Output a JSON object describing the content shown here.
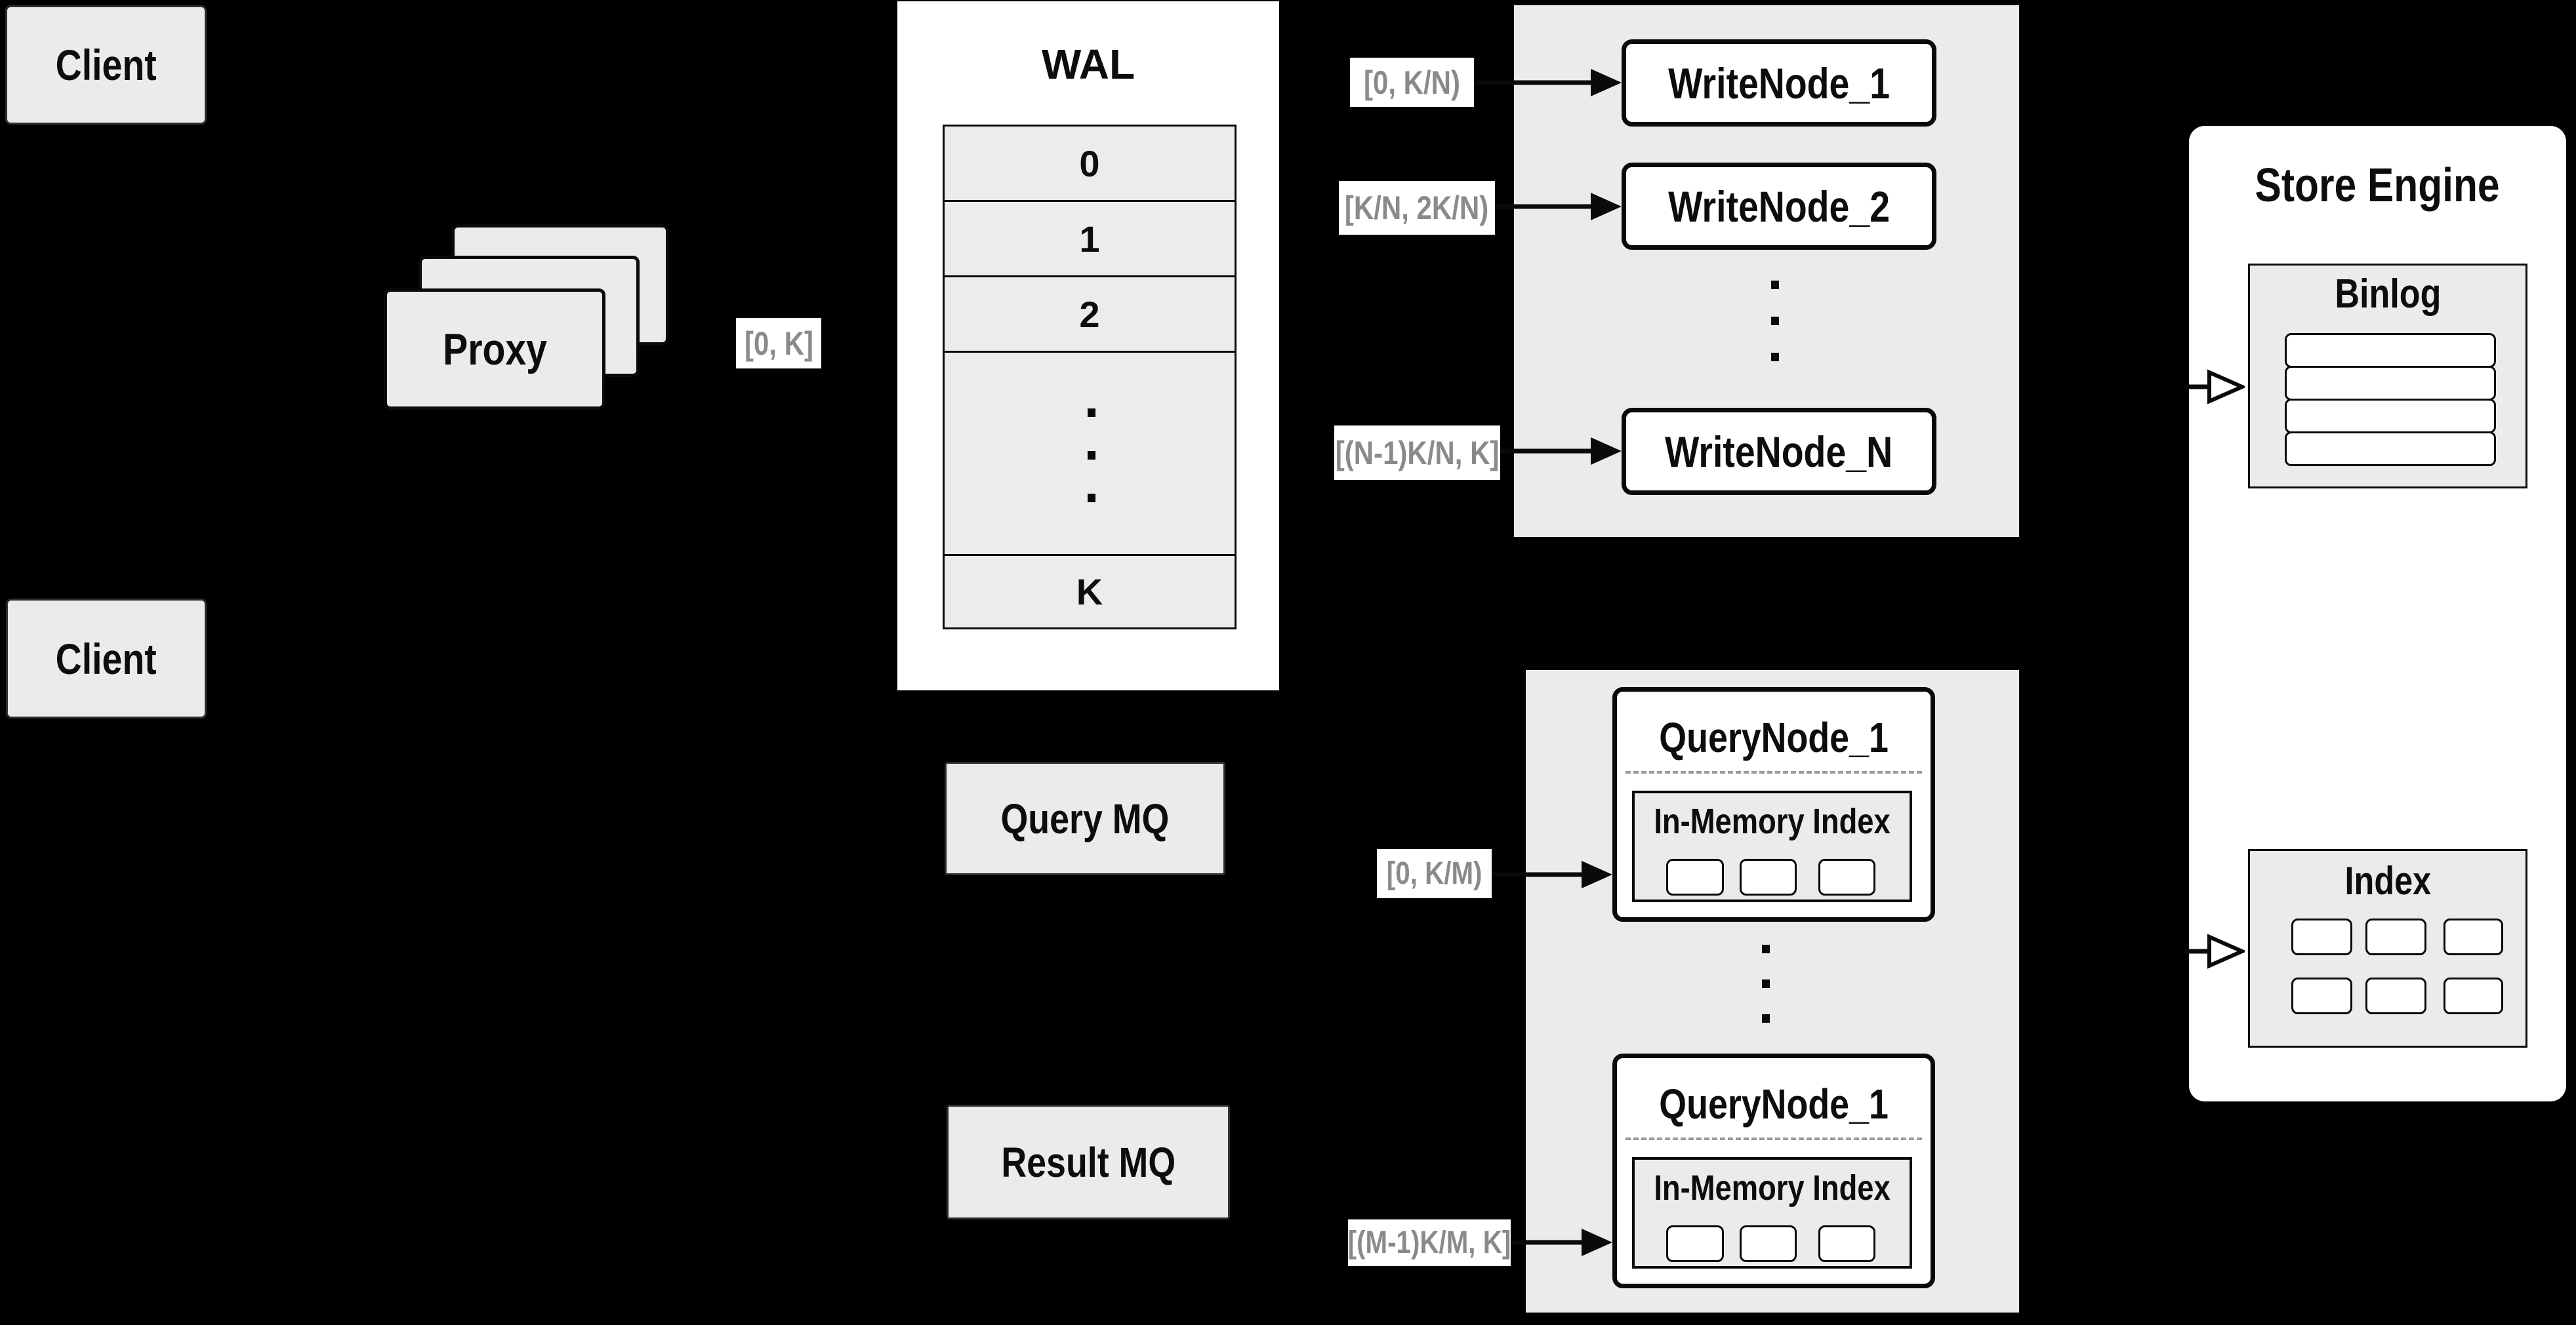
{
  "colors": {
    "background": "#000000",
    "panel_gray": "#ebebeb",
    "white": "#ffffff",
    "line_black": "#0a0a0a",
    "label_text_gray": "#8a8a8a",
    "dashed_gray": "#9a9a9a"
  },
  "clients": {
    "top_label": "Client",
    "bottom_label": "Client"
  },
  "proxy": {
    "label": "Proxy",
    "stack_count": 3
  },
  "range_labels": {
    "proxy_to_wal": "[0, K]",
    "write_1": "[0, K/N)",
    "write_2": "[K/N, 2K/N)",
    "write_n": "[(N-1)K/N, K]",
    "query_1": "[0, K/M)",
    "query_m": "[(M-1)K/M, K]"
  },
  "wal": {
    "title": "WAL",
    "rows": [
      "0",
      "1",
      "2",
      "K"
    ],
    "has_ellipsis_row": true
  },
  "write_nodes": {
    "node_1": "WriteNode_1",
    "node_2": "WriteNode_2",
    "node_n": "WriteNode_N"
  },
  "mq": {
    "query": "Query MQ",
    "result": "Result MQ"
  },
  "query_nodes": {
    "top_title": "QueryNode_1",
    "bottom_title": "QueryNode_1",
    "inner_title": "In-Memory Index",
    "inner_cell_count": 3
  },
  "store_engine": {
    "title": "Store Engine",
    "binlog": {
      "title": "Binlog",
      "row_count": 4
    },
    "index": {
      "title": "Index",
      "rows": 2,
      "cols": 3
    }
  }
}
